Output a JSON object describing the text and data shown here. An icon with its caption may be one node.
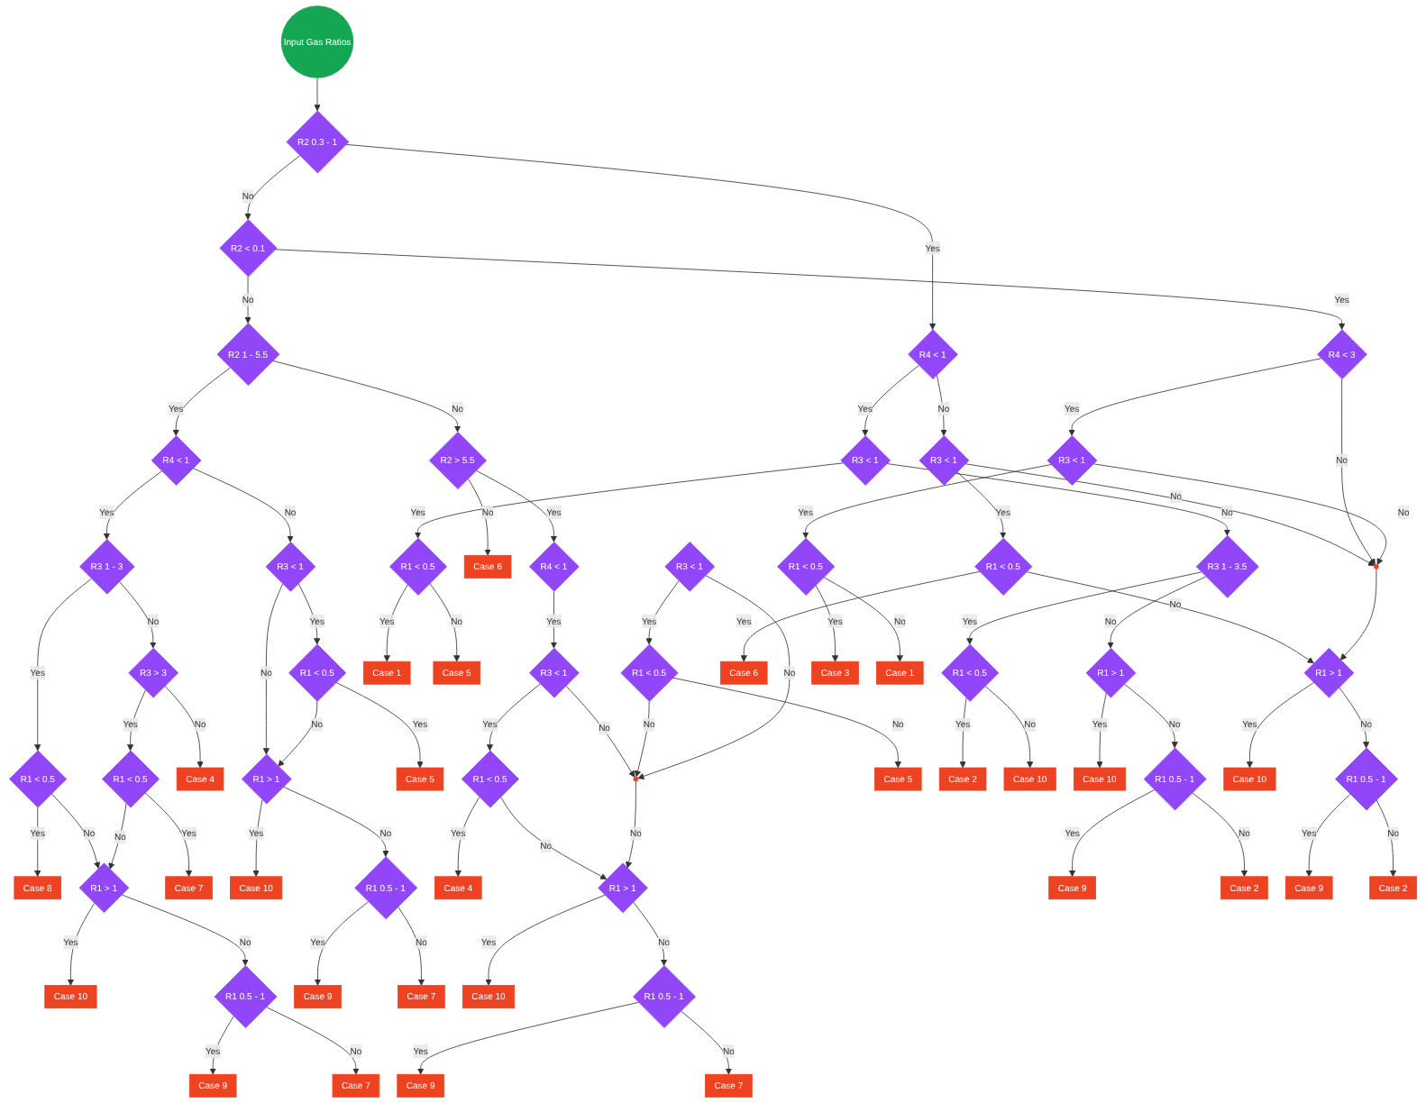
{
  "diagram": {
    "nodes": [
      {
        "text": [
          "Input Gas Ratios"
        ]
      },
      {
        "text": [
          "Case 8"
        ]
      },
      {
        "text": [
          "R1 < 0.5"
        ]
      },
      {
        "text": [
          "R3 1 - 3"
        ]
      },
      {
        "text": [
          "R4 < 1"
        ]
      },
      {
        "text": [
          "R2 1 - 5.5"
        ]
      },
      {
        "text": [
          "R2 0.3 - 1"
        ]
      },
      {
        "text": [
          "R4 < 1"
        ]
      },
      {
        "text": [
          "R3 < 1"
        ]
      },
      {
        "text": [
          "R1 < 0.5"
        ]
      },
      {
        "text": [
          "Case 1"
        ]
      },
      {
        "text": [
          "Case 5"
        ]
      },
      {
        "text": [
          "Case 10"
        ]
      },
      {
        "text": [
          "R1 > 1"
        ]
      },
      {
        "text": [
          "R3 1 - 3.5"
        ]
      },
      {
        "text": [
          "R1 < 0.5"
        ]
      },
      {
        "text": [
          "Case 2"
        ]
      },
      {
        "text": [
          "Case 10"
        ]
      },
      {
        "text": [
          "Case 9"
        ]
      },
      {
        "text": [
          "R1 0.5 - 1"
        ]
      },
      {
        "text": [
          "R1 > 1"
        ]
      },
      {
        "text": [
          "Case 10"
        ]
      },
      {
        "text": [
          "Case 7"
        ]
      },
      {
        "text": [
          "Case 7"
        ]
      },
      {
        "text": [
          "R1 < 0.5"
        ]
      },
      {
        "text": [
          "R3 > 3"
        ]
      },
      {
        "text": [
          "R1 0.5 - 1"
        ]
      },
      {
        "text": [
          "Case 9"
        ]
      },
      {
        "text": [
          "Case 4"
        ]
      },
      {
        "text": [
          "Case 2"
        ]
      },
      {
        "text": [
          "Case 5"
        ]
      },
      {
        "text": [
          "R1 < 0.5"
        ]
      },
      {
        "text": [
          "R3 < 1"
        ]
      },
      {
        "text": [
          "R3 < 1"
        ]
      },
      {
        "text": [
          "R1 < 0.5"
        ]
      },
      {
        "text": [
          "Case 6"
        ]
      },
      {
        "text": [
          "Case 10"
        ]
      },
      {
        "text": [
          "R1 > 1"
        ]
      },
      {
        "text": [],
        "shape": "circle"
      },
      {
        "text": [
          "R1 > 1"
        ]
      },
      {
        "text": [
          "Case 10"
        ]
      },
      {
        "text": [
          "Case 9"
        ]
      },
      {
        "text": [
          "R1 0.5 - 1"
        ]
      },
      {
        "text": [
          "R1 0.5 - 1"
        ]
      },
      {
        "text": [
          "Case 9"
        ]
      },
      {
        "text": [
          "Case 7"
        ]
      },
      {
        "text": [
          "Case 2"
        ]
      },
      {
        "text": [
          "Case 4"
        ]
      },
      {
        "text": [
          "R1 < 0.5"
        ]
      },
      {
        "text": [
          "R3 < 1"
        ]
      },
      {
        "text": [
          "R4 < 1"
        ]
      },
      {
        "text": [
          "R2 > 5.5"
        ]
      },
      {
        "text": [
          "R2 < 0.1"
        ]
      },
      {
        "text": [
          "R4 < 3"
        ]
      },
      {
        "text": [
          "R3 < 1"
        ]
      },
      {
        "text": [
          "R1 < 0.5"
        ]
      },
      {
        "text": [
          "Case 3"
        ]
      },
      {
        "text": [
          "Case 1"
        ]
      },
      {
        "text": [
          "Case 6"
        ]
      },
      {
        "text": [
          "Case 10"
        ]
      },
      {
        "text": [
          "R1 > 1"
        ]
      },
      {
        "text": [],
        "shape": "circle"
      },
      {
        "text": [
          "R3 < 1"
        ]
      },
      {
        "text": [
          "R1 < 0.5"
        ]
      },
      {
        "text": [
          "Case 5"
        ]
      },
      {
        "text": [
          "Case 9"
        ]
      },
      {
        "text": [
          "R1 0.5 - 1"
        ]
      },
      {
        "text": [
          "Case 7"
        ]
      }
    ],
    "edges": [
      {
        "from": 0,
        "to": 6,
        "arrow": "to"
      },
      {
        "from": 6,
        "to": 7,
        "arrow": "to",
        "label": "Yes"
      },
      {
        "from": 6,
        "to": 52,
        "arrow": "to",
        "label": "No"
      },
      {
        "from": 52,
        "to": 5,
        "arrow": "to",
        "label": "No"
      },
      {
        "from": 5,
        "to": 4,
        "arrow": "to",
        "label": "Yes"
      },
      {
        "from": 5,
        "to": 51,
        "arrow": "to",
        "label": "No"
      },
      {
        "from": 4,
        "to": 3,
        "arrow": "to",
        "label": "Yes"
      },
      {
        "from": 4,
        "to": 32,
        "arrow": "to",
        "label": "No"
      },
      {
        "from": 3,
        "to": 2,
        "arrow": "to",
        "label": "Yes"
      },
      {
        "from": 3,
        "to": 25,
        "arrow": "to",
        "label": "No"
      },
      {
        "from": 2,
        "to": 1,
        "arrow": "to",
        "label": "Yes"
      },
      {
        "from": 2,
        "to": 13,
        "arrow": "to",
        "label": "No"
      },
      {
        "from": 13,
        "to": 12,
        "arrow": "to",
        "label": "Yes"
      },
      {
        "from": 13,
        "to": 19,
        "arrow": "to",
        "label": "No"
      },
      {
        "from": 19,
        "to": 18,
        "arrow": "to",
        "label": "Yes"
      },
      {
        "from": 19,
        "to": 22,
        "arrow": "to",
        "label": "No"
      },
      {
        "from": 25,
        "to": 24,
        "arrow": "to",
        "label": "Yes"
      },
      {
        "from": 25,
        "to": 28,
        "arrow": "to",
        "label": "No"
      },
      {
        "from": 24,
        "to": 23,
        "arrow": "to",
        "label": "Yes"
      },
      {
        "from": 24,
        "to": 13,
        "arrow": "to",
        "label": "No"
      },
      {
        "from": 32,
        "to": 31,
        "arrow": "to",
        "label": "Yes"
      },
      {
        "from": 32,
        "to": 37,
        "arrow": "to",
        "label": "No"
      },
      {
        "from": 31,
        "to": 30,
        "arrow": "to",
        "label": "Yes"
      },
      {
        "from": 31,
        "to": 37,
        "arrow": "to",
        "label": "No"
      },
      {
        "from": 37,
        "to": 36,
        "arrow": "to",
        "label": "Yes"
      },
      {
        "from": 37,
        "to": 42,
        "arrow": "to",
        "label": "No"
      },
      {
        "from": 42,
        "to": 41,
        "arrow": "to",
        "label": "Yes"
      },
      {
        "from": 42,
        "to": 45,
        "arrow": "to",
        "label": "No"
      },
      {
        "from": 51,
        "to": 50,
        "arrow": "to",
        "label": "Yes"
      },
      {
        "from": 51,
        "to": 58,
        "arrow": "to",
        "label": "No"
      },
      {
        "from": 50,
        "to": 49,
        "arrow": "to",
        "label": "Yes"
      },
      {
        "from": 49,
        "to": 48,
        "arrow": "to",
        "label": "Yes"
      },
      {
        "from": 49,
        "to": 61,
        "arrow": "to",
        "label": "No"
      },
      {
        "from": 48,
        "to": 47,
        "arrow": "to",
        "label": "Yes"
      },
      {
        "from": 48,
        "to": 60,
        "arrow": "to",
        "label": "No"
      },
      {
        "from": 61,
        "to": 60,
        "arrow": "to",
        "label": "No"
      },
      {
        "from": 63,
        "to": 61,
        "arrow": "to",
        "label": "No"
      },
      {
        "from": 62,
        "to": 61,
        "arrow": "to",
        "label": "No"
      },
      {
        "from": 62,
        "to": 63,
        "arrow": "to",
        "label": "Yes"
      },
      {
        "from": 63,
        "to": 64,
        "arrow": "to",
        "label": "No"
      },
      {
        "from": 60,
        "to": 59,
        "arrow": "to",
        "label": "Yes"
      },
      {
        "from": 60,
        "to": 66,
        "arrow": "to",
        "label": "No"
      },
      {
        "from": 66,
        "to": 65,
        "arrow": "to",
        "label": "Yes"
      },
      {
        "from": 66,
        "to": 67,
        "arrow": "to",
        "label": "No"
      },
      {
        "from": 7,
        "to": 8,
        "arrow": "to",
        "label": "Yes"
      },
      {
        "from": 7,
        "to": 33,
        "arrow": "to",
        "label": "No"
      },
      {
        "from": 8,
        "to": 9,
        "arrow": "to",
        "label": "Yes"
      },
      {
        "from": 8,
        "to": 14,
        "arrow": "to",
        "label": "No"
      },
      {
        "from": 9,
        "to": 10,
        "arrow": "to",
        "label": "Yes"
      },
      {
        "from": 9,
        "to": 11,
        "arrow": "to",
        "label": "No"
      },
      {
        "from": 14,
        "to": 15,
        "arrow": "to",
        "label": "Yes"
      },
      {
        "from": 14,
        "to": 20,
        "arrow": "to",
        "label": "No"
      },
      {
        "from": 15,
        "to": 16,
        "arrow": "to",
        "label": "Yes"
      },
      {
        "from": 15,
        "to": 17,
        "arrow": "to",
        "label": "No"
      },
      {
        "from": 20,
        "to": 21,
        "arrow": "to",
        "label": "Yes"
      },
      {
        "from": 20,
        "to": 26,
        "arrow": "to",
        "label": "No"
      },
      {
        "from": 26,
        "to": 27,
        "arrow": "to",
        "label": "Yes"
      },
      {
        "from": 26,
        "to": 29,
        "arrow": "to",
        "label": "No"
      },
      {
        "from": 33,
        "to": 34,
        "arrow": "to",
        "label": "Yes"
      },
      {
        "from": 33,
        "to": 38,
        "arrow": "to",
        "label": "No"
      },
      {
        "from": 34,
        "to": 35,
        "arrow": "to",
        "label": "Yes"
      },
      {
        "from": 34,
        "to": 39,
        "arrow": "to",
        "label": "No"
      },
      {
        "from": 38,
        "to": 39,
        "arrow": "to"
      },
      {
        "from": 39,
        "to": 40,
        "arrow": "to",
        "label": "Yes"
      },
      {
        "from": 39,
        "to": 43,
        "arrow": "to",
        "label": "No"
      },
      {
        "from": 43,
        "to": 44,
        "arrow": "to",
        "label": "Yes"
      },
      {
        "from": 43,
        "to": 46,
        "arrow": "to",
        "label": "No"
      },
      {
        "from": 52,
        "to": 53,
        "arrow": "to",
        "label": "Yes"
      },
      {
        "from": 53,
        "to": 54,
        "arrow": "to",
        "label": "Yes"
      },
      {
        "from": 53,
        "to": 38,
        "arrow": "to",
        "label": "No"
      },
      {
        "from": 54,
        "to": 55,
        "arrow": "to",
        "label": "Yes"
      },
      {
        "from": 54,
        "to": 38,
        "arrow": "to",
        "label": "No"
      },
      {
        "from": 55,
        "to": 56,
        "arrow": "to",
        "label": "Yes"
      },
      {
        "from": 55,
        "to": 57,
        "arrow": "to",
        "label": "No"
      }
    ]
  }
}
